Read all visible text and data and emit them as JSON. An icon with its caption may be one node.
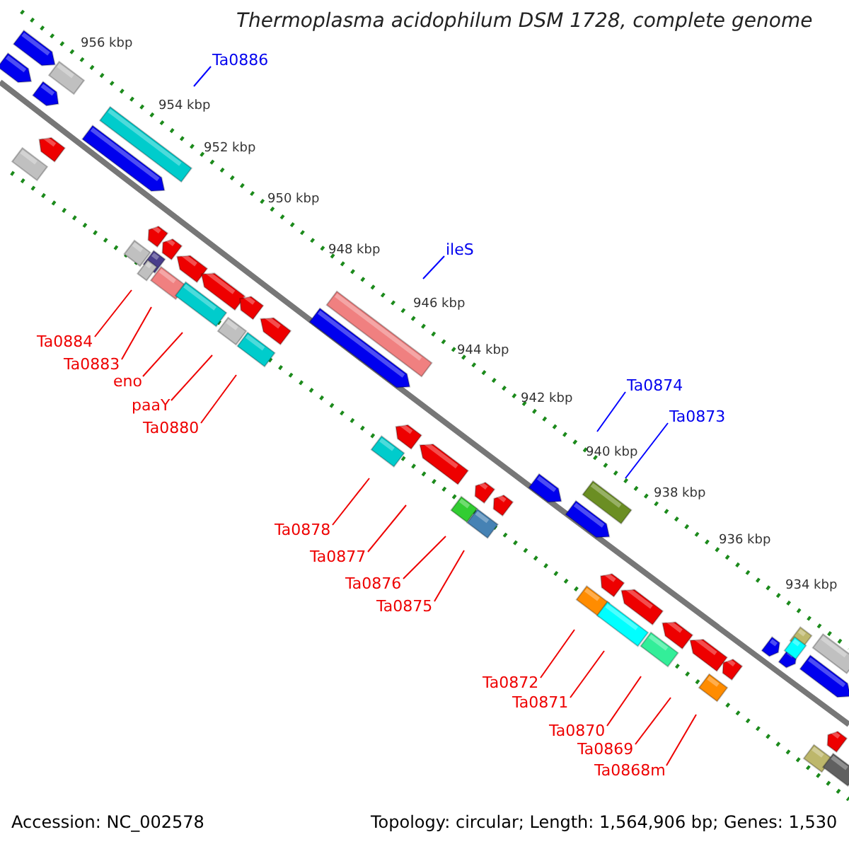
{
  "diagram": {
    "title": "Thermoplasma acidophilum DSM 1728, complete genome",
    "nodes": [
      {
        "text": [
          "Ta0886"
        ]
      },
      {
        "text": [
          "ileS"
        ]
      },
      {
        "text": [
          "Ta0874"
        ]
      },
      {
        "text": [
          "Ta0873"
        ]
      },
      {
        "text": [
          "Ta0884"
        ]
      },
      {
        "text": [
          "Ta0883"
        ]
      },
      {
        "text": [
          "eno"
        ]
      },
      {
        "text": [
          "paaY"
        ]
      },
      {
        "text": [
          "Ta0880"
        ]
      },
      {
        "text": [
          "Ta0878"
        ]
      },
      {
        "text": [
          "Ta0877"
        ]
      },
      {
        "text": [
          "Ta0876"
        ]
      },
      {
        "text": [
          "Ta0875"
        ]
      },
      {
        "text": [
          "Ta0872"
        ]
      },
      {
        "text": [
          "Ta0871"
        ]
      },
      {
        "text": [
          "Ta0870"
        ]
      },
      {
        "text": [
          "Ta0869"
        ]
      },
      {
        "text": [
          "Ta0868m"
        ]
      }
    ],
    "edges": [
      {
        "from": 0,
        "to": null,
        "arrow": "none",
        "color": "#0000ff"
      },
      {
        "from": 1,
        "to": null,
        "arrow": "none",
        "color": "#0000ff"
      },
      {
        "from": 2,
        "to": null,
        "arrow": "none",
        "color": "#0000ff"
      },
      {
        "from": 3,
        "to": null,
        "arrow": "none",
        "color": "#0000ff"
      },
      {
        "from": 4,
        "to": null,
        "arrow": "none"
      },
      {
        "from": 5,
        "to": null,
        "arrow": "none"
      },
      {
        "from": 6,
        "to": null,
        "arrow": "none"
      },
      {
        "from": 7,
        "to": null,
        "arrow": "none"
      },
      {
        "from": 8,
        "to": null,
        "arrow": "none"
      },
      {
        "from": 9,
        "to": null,
        "arrow": "none"
      },
      {
        "from": 10,
        "to": null,
        "arrow": "none"
      },
      {
        "from": 11,
        "to": null,
        "arrow": "none"
      },
      {
        "from": 12,
        "to": null,
        "arrow": "none"
      },
      {
        "from": 13,
        "to": null,
        "arrow": "none"
      },
      {
        "from": 14,
        "to": null,
        "arrow": "none"
      },
      {
        "from": 15,
        "to": null,
        "arrow": "none"
      },
      {
        "from": 16,
        "to": null,
        "arrow": "none"
      },
      {
        "from": 17,
        "to": null,
        "arrow": "none"
      }
    ],
    "labels": [
      "956 kbp",
      "954 kbp",
      "952 kbp",
      "950 kbp",
      "948 kbp",
      "946 kbp",
      "944 kbp",
      "942 kbp",
      "940 kbp",
      "938 kbp",
      "936 kbp",
      "934 kbp",
      "Accession: NC_002578",
      "Topology: circular; Length: 1,564,906 bp; Genes: 1,530"
    ]
  }
}
